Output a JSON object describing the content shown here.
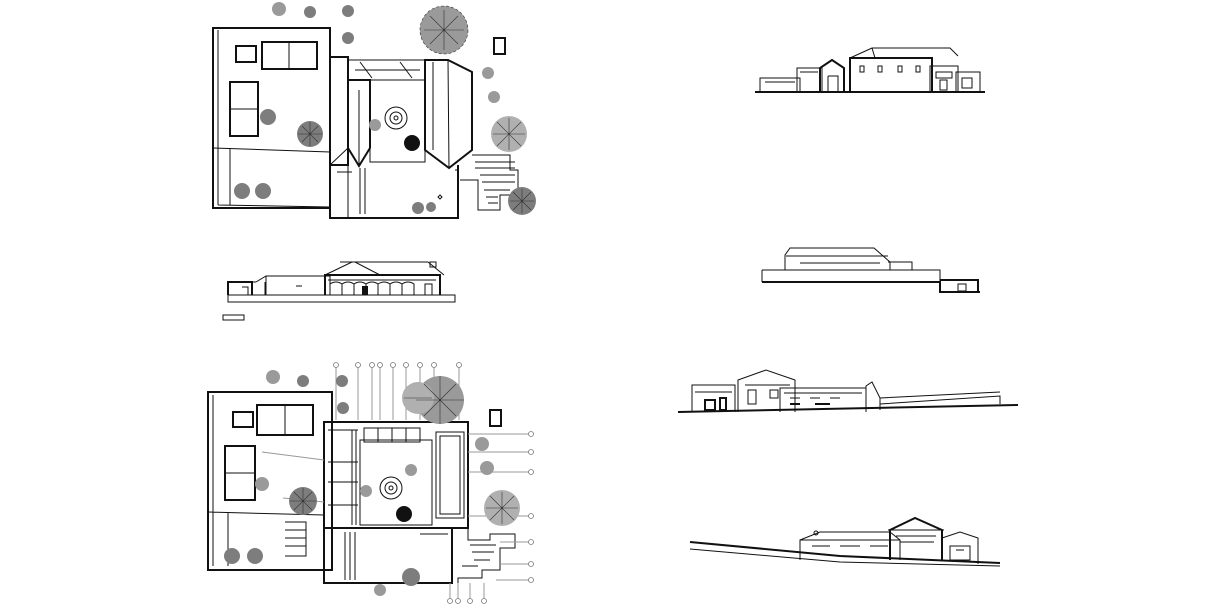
{
  "drawing": {
    "type": "architectural-cad-sheet",
    "views": [
      {
        "id": "roof-plan",
        "kind": "site / roof plan"
      },
      {
        "id": "elevation-left",
        "kind": "long elevation"
      },
      {
        "id": "floor-plan",
        "kind": "ground floor plan with grid bubbles"
      },
      {
        "id": "elevation-right-1",
        "kind": "elevation"
      },
      {
        "id": "elevation-right-2",
        "kind": "elevation"
      },
      {
        "id": "elevation-right-3",
        "kind": "elevation"
      },
      {
        "id": "elevation-right-4",
        "kind": "section / elevation on slope"
      }
    ],
    "colors": {
      "line": "#111111",
      "tree_fill": "#9a9a9a",
      "shrub_fill": "#7d7d7d",
      "background": "#ffffff"
    },
    "icons": [
      "tree-canopy-icon",
      "shrub-icon",
      "grid-bubble-icon",
      "fountain-icon"
    ]
  }
}
